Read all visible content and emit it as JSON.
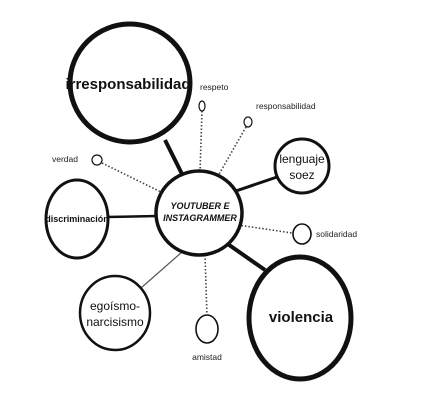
{
  "center": {
    "line1": "YOUTUBER E",
    "line2": "INSTAGRAMMER"
  },
  "nodes": {
    "irresponsabilidad": "irresponsabilidad",
    "lenguaje_line1": "lenguaje",
    "lenguaje_line2": "soez",
    "discriminacion": "discriminación",
    "egoismo_line1": "egoísmo-",
    "egoismo_line2": "narcisismo",
    "violencia": "violencia"
  },
  "small_nodes": {
    "respeto": "respeto",
    "responsabilidad": "responsabilidad",
    "verdad": "verdad",
    "solidaridad": "solidaridad",
    "amistad": "amistad"
  },
  "colors": {
    "stroke": "#111111",
    "background": "#ffffff"
  }
}
